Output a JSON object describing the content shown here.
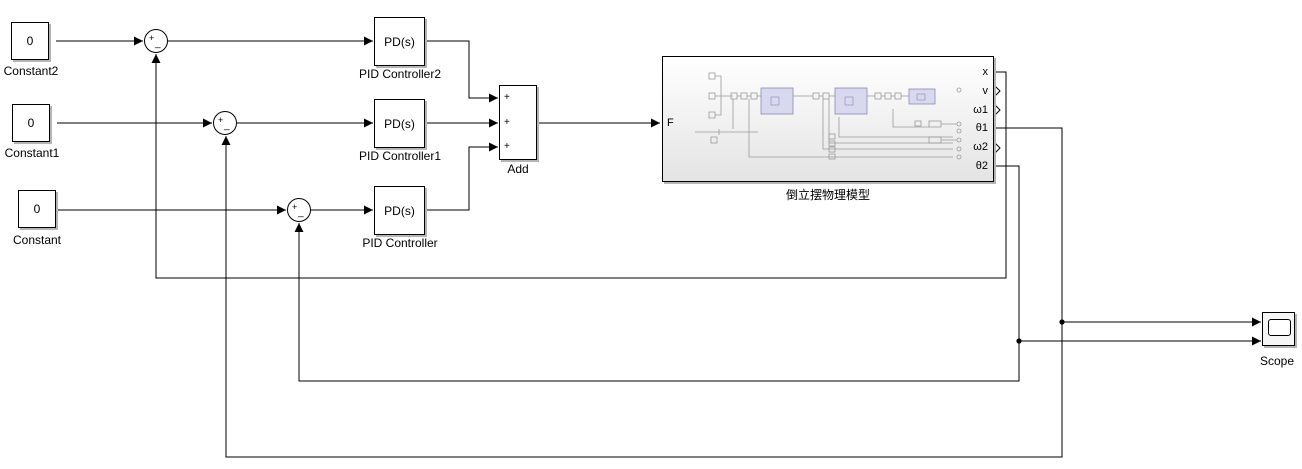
{
  "blocks": {
    "constant2": {
      "value": "0",
      "label": "Constant2"
    },
    "constant1": {
      "value": "0",
      "label": "Constant1"
    },
    "constant": {
      "value": "0",
      "label": "Constant"
    },
    "pid2": {
      "text": "PD(s)",
      "label": "PID Controller2"
    },
    "pid1": {
      "text": "PD(s)",
      "label": "PID Controller1"
    },
    "pid": {
      "text": "PD(s)",
      "label": "PID Controller"
    },
    "add": {
      "label": "Add",
      "signs": [
        "+",
        "+",
        "+"
      ]
    },
    "subsystem": {
      "label": "倒立摆物理模型",
      "input": "F",
      "outputs": [
        "x",
        "v",
        "ω1",
        "θ1",
        "ω2",
        "θ2"
      ]
    },
    "scope": {
      "label": "Scope"
    }
  },
  "sum_signs": {
    "plus": "+",
    "minus": "_"
  }
}
